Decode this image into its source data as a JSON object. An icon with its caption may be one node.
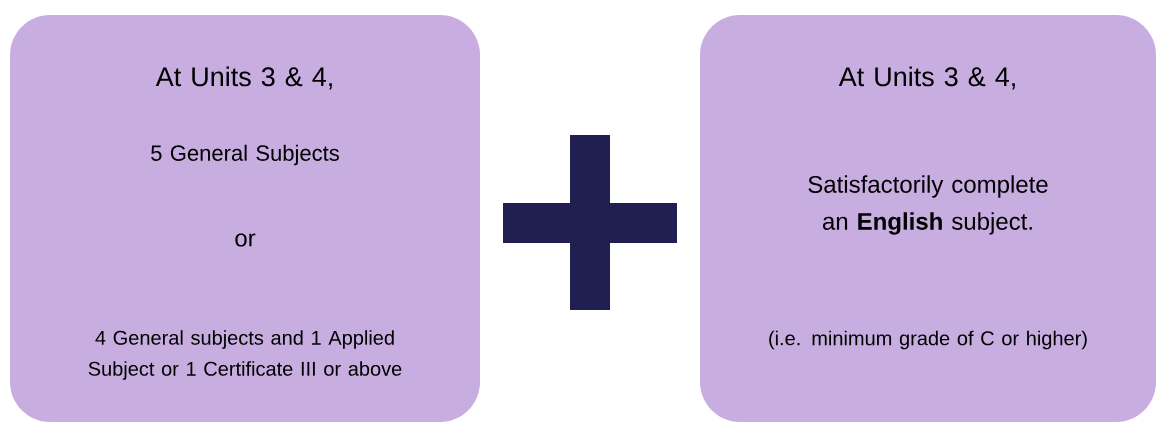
{
  "diagram": {
    "nodes": [
      {
        "text": [
          "At Units 3 & 4,",
          "5 General Subjects",
          "or",
          "4 General subjects and 1 Applied Subject  or 1 Certificate III or above"
        ]
      },
      {
        "text": [
          "At Units 3 & 4,",
          "Satisfactorily complete an **English** subject.",
          "(i.e. minimum grade of C or higher)"
        ]
      }
    ]
  }
}
